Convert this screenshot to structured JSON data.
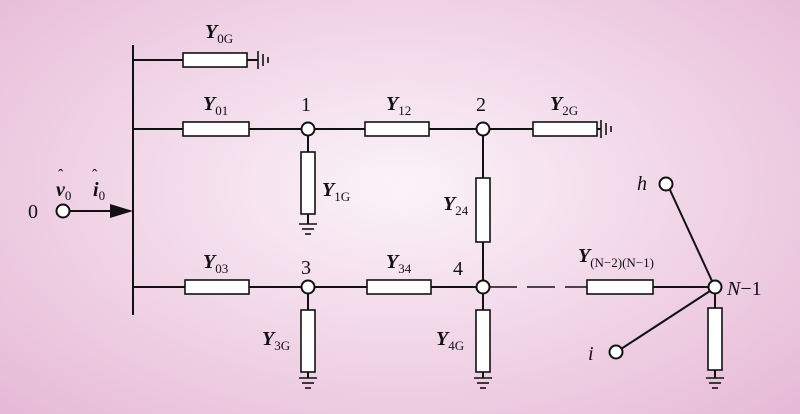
{
  "diagram": {
    "bus": {
      "label": "0",
      "voltage_symbol": "v",
      "voltage_sub": "0",
      "current_symbol": "i",
      "current_sub": "0"
    },
    "nodes": {
      "n1": "1",
      "n2": "2",
      "n3": "3",
      "n4": "4",
      "nN_main": "N",
      "nN_rest": "−1",
      "h": "h",
      "i": "i"
    },
    "elements": [
      {
        "id": "y0g",
        "symbol": "Y",
        "sub": "0G"
      },
      {
        "id": "y01",
        "symbol": "Y",
        "sub": "01"
      },
      {
        "id": "y12",
        "symbol": "Y",
        "sub": "12"
      },
      {
        "id": "y2g",
        "symbol": "Y",
        "sub": "2G"
      },
      {
        "id": "y1g",
        "symbol": "Y",
        "sub": "1G"
      },
      {
        "id": "y24",
        "symbol": "Y",
        "sub": "24"
      },
      {
        "id": "y03",
        "symbol": "Y",
        "sub": "03"
      },
      {
        "id": "y34",
        "symbol": "Y",
        "sub": "34"
      },
      {
        "id": "yn",
        "symbol": "Y",
        "sub": "(N−2)(N−1)"
      },
      {
        "id": "y3g",
        "symbol": "Y",
        "sub": "3G"
      },
      {
        "id": "y4g",
        "symbol": "Y",
        "sub": "4G"
      }
    ]
  }
}
